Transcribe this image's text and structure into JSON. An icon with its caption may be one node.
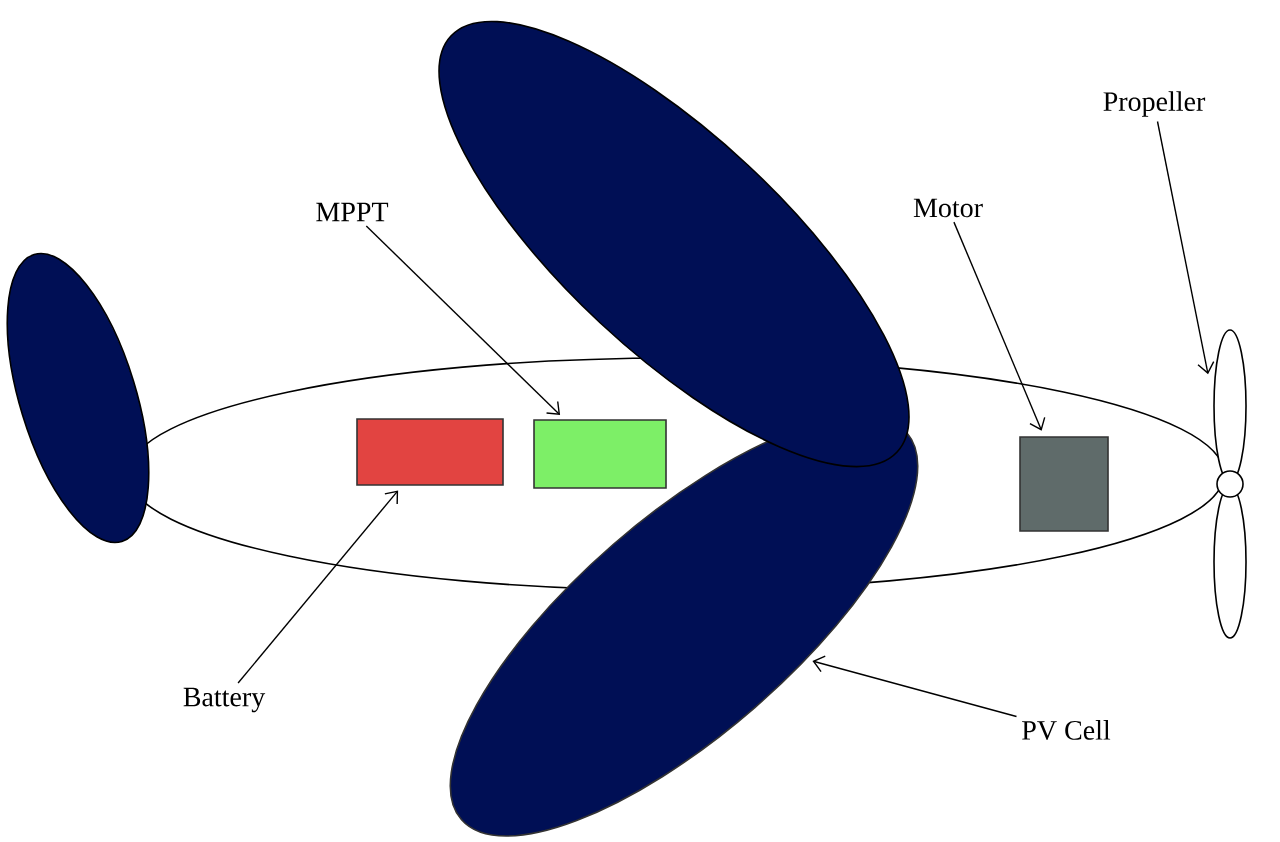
{
  "diagram": {
    "nodes": [
      {
        "text": [
          "MPPT"
        ]
      },
      {
        "text": [],
        "shape": "box"
      },
      {
        "text": [],
        "shape": "box"
      },
      {
        "text": [
          "Battery"
        ]
      },
      {
        "text": [
          "Motor"
        ]
      },
      {
        "text": [],
        "shape": "box"
      },
      {
        "text": [
          "Propeller"
        ]
      },
      {
        "text": [],
        "shape": "picture"
      },
      {
        "text": [
          "PV Cell"
        ]
      },
      {
        "text": [],
        "shape": "ellipse"
      }
    ],
    "edges": [
      {
        "from": 0,
        "to": 2,
        "arrow": "to"
      },
      {
        "from": 3,
        "to": 1,
        "arrow": "to"
      },
      {
        "from": 4,
        "to": 5,
        "arrow": "to"
      },
      {
        "from": 6,
        "to": 7,
        "arrow": "to"
      },
      {
        "from": 8,
        "to": 9,
        "arrow": "to"
      }
    ]
  }
}
